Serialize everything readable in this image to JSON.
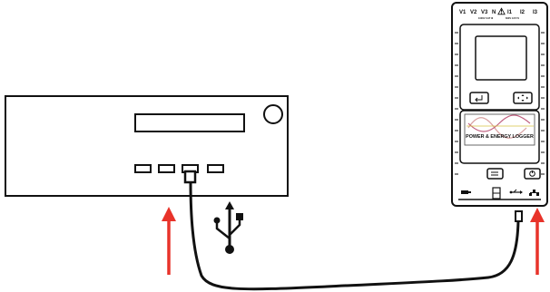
{
  "logger": {
    "terminals": [
      "V1",
      "V2",
      "V3",
      "N",
      "I1",
      "I2",
      "I3"
    ],
    "warning_symbol": "⚠",
    "subtext_left": "1000V CAT III",
    "subtext_right": "600V CAT IV",
    "product_label": "POWER & ENERGY LOGGER"
  },
  "icons": {
    "usb_symbol": "usb-icon",
    "arrow_color": "#e8332a",
    "waveform_colors": [
      "#d8a0a0",
      "#d8c040",
      "#c06080"
    ]
  }
}
